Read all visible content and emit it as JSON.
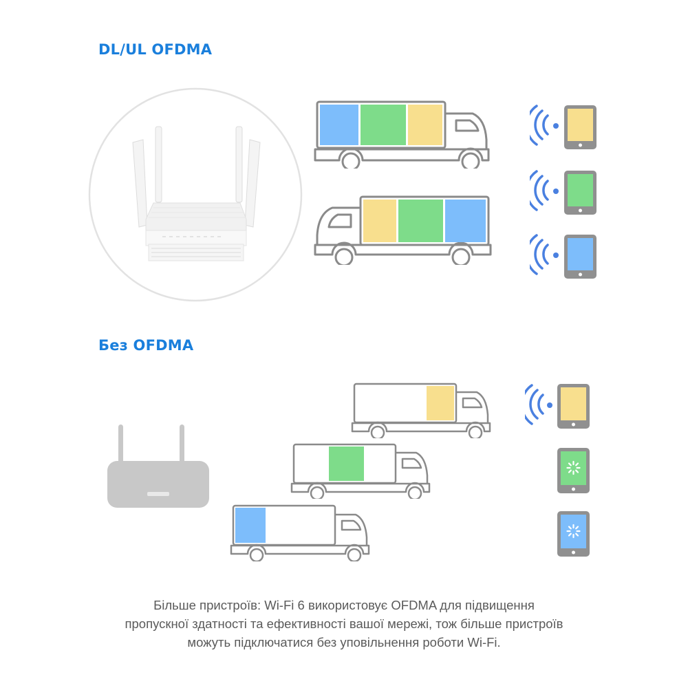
{
  "sections": {
    "ofdma": {
      "title": "DL/UL OFDMA",
      "trucks": [
        {
          "direction": "right",
          "cargo": [
            "blue",
            "green",
            "yellow"
          ]
        },
        {
          "direction": "left",
          "cargo": [
            "yellow",
            "green",
            "blue"
          ]
        }
      ],
      "devices": [
        {
          "screen": "yellow",
          "signal": true
        },
        {
          "screen": "green",
          "signal": true
        },
        {
          "screen": "blue",
          "signal": true
        }
      ]
    },
    "no_ofdma": {
      "title": "Без OFDMA",
      "trucks": [
        {
          "cargo": "yellow"
        },
        {
          "cargo": "green"
        },
        {
          "cargo": "blue"
        }
      ],
      "devices": [
        {
          "screen": "yellow",
          "signal": true,
          "loading": false
        },
        {
          "screen": "green",
          "signal": false,
          "loading": true
        },
        {
          "screen": "blue",
          "signal": false,
          "loading": true
        }
      ]
    }
  },
  "caption": {
    "line1": "Більше пристроїв: Wi-Fi 6 використовує OFDMA для підвищення",
    "line2": "пропускної здатності та ефективності вашої мережі, тож більше пристроїв",
    "line3": "можуть підключатися без уповільнення роботи Wi-Fi."
  },
  "colors": {
    "heading": "#1a7fdc",
    "blue": "#7dbdfb",
    "green": "#7edc8a",
    "yellow": "#f8df8e",
    "truck_outline": "#8a8a8a",
    "device_body": "#909090",
    "signal": "#4a80e0",
    "router_gray": "#c8c8c8",
    "caption_text": "#5a5a5a"
  },
  "icons": {
    "router_photo": "wifi6-router-photo",
    "router_simple": "router-icon",
    "truck": "truck-icon",
    "tablet": "tablet-icon",
    "wifi_signal": "wifi-signal-icon",
    "loading": "loading-spinner-icon"
  }
}
